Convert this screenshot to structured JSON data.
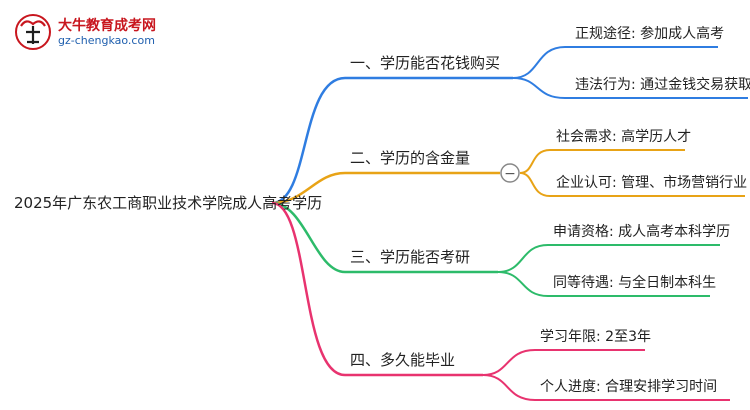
{
  "logo": {
    "title": "大牛教育成考网",
    "url": "gz-chengkao.com"
  },
  "root": "2025年广东农工商职业技术学院成人高考学历",
  "branches": [
    {
      "label": "一、学历能否花钱购买",
      "color": "#2f7de1",
      "leaves": [
        "正规途径: 参加成人高考",
        "违法行为: 通过金钱交易获取"
      ]
    },
    {
      "label": "二、学历的含金量",
      "color": "#e8a316",
      "collapse_symbol": "−",
      "leaves": [
        "社会需求: 高学历人才",
        "企业认可: 管理、市场营销行业"
      ]
    },
    {
      "label": "三、学历能否考研",
      "color": "#2dbb6a",
      "leaves": [
        "申请资格: 成人高考本科学历",
        "同等待遇: 与全日制本科生"
      ]
    },
    {
      "label": "四、多久能毕业",
      "color": "#e8336f",
      "leaves": [
        "学习年限: 2至3年",
        "个人进度: 合理安排学习时间"
      ]
    }
  ]
}
